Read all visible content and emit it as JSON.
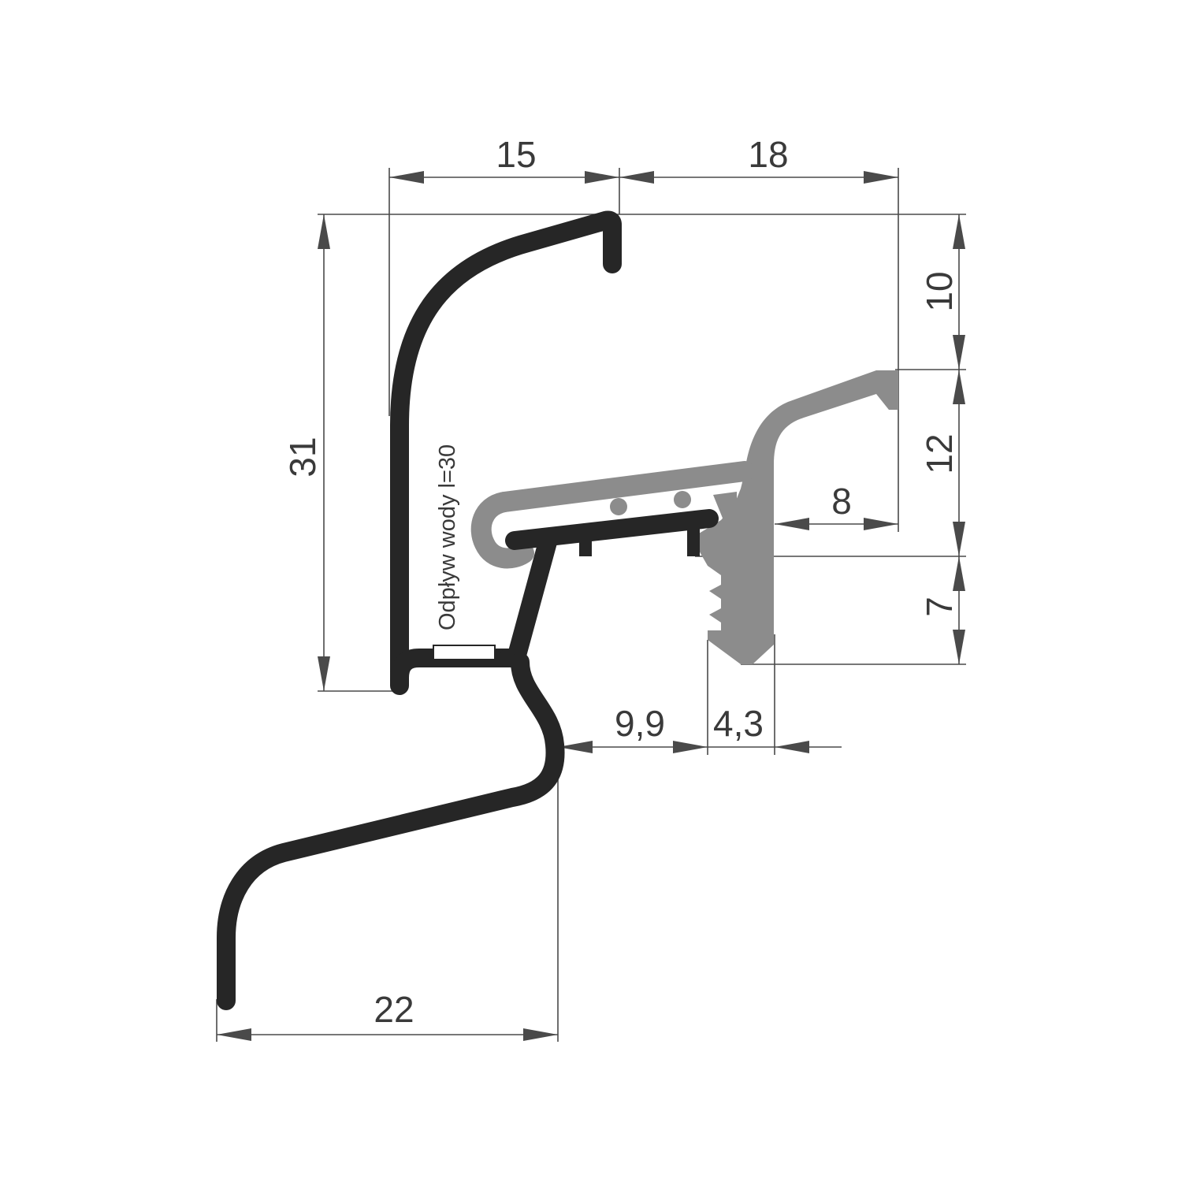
{
  "drawing": {
    "dimensions": {
      "top_left_width": "15",
      "top_right_width": "18",
      "height_total": "31",
      "height_upper_right": "10",
      "height_middle_right": "12",
      "height_lower_right": "7",
      "seal_offset": "8",
      "gap_width": "9,9",
      "seal_width": "4,3",
      "bottom_width": "22"
    },
    "note": "Odpływ wody l=30",
    "colors": {
      "profile": "#262626",
      "seal": "#8c8c8c",
      "dimension_lines": "#4a4a4a"
    }
  }
}
